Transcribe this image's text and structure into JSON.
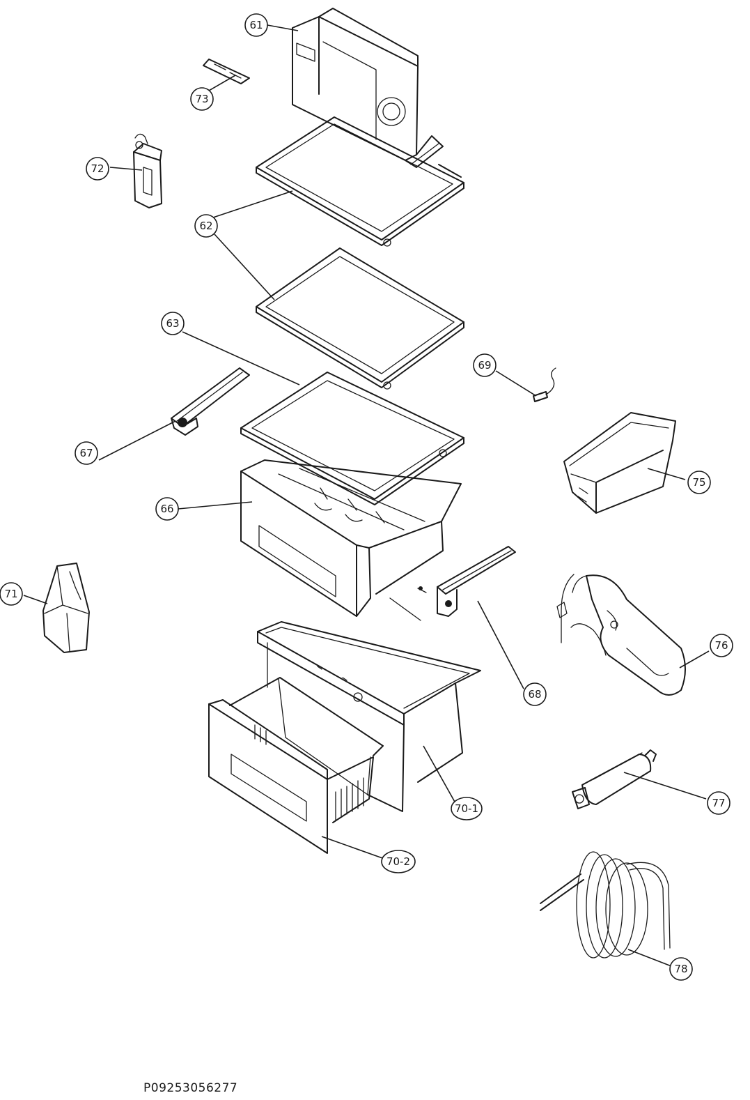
{
  "diagram": {
    "callouts": [
      {
        "id": "61",
        "label": "61"
      },
      {
        "id": "62",
        "label": "62"
      },
      {
        "id": "63",
        "label": "63"
      },
      {
        "id": "66",
        "label": "66"
      },
      {
        "id": "67",
        "label": "67"
      },
      {
        "id": "68",
        "label": "68"
      },
      {
        "id": "69",
        "label": "69"
      },
      {
        "id": "70-1",
        "label": "70-1"
      },
      {
        "id": "70-2",
        "label": "70-2"
      },
      {
        "id": "71",
        "label": "71"
      },
      {
        "id": "72",
        "label": "72"
      },
      {
        "id": "73",
        "label": "73"
      },
      {
        "id": "75",
        "label": "75"
      },
      {
        "id": "76",
        "label": "76"
      },
      {
        "id": "77",
        "label": "77"
      },
      {
        "id": "78",
        "label": "78"
      }
    ],
    "document_code": "P09253056277"
  },
  "colors": {
    "line": "#1a1a1a",
    "background": "#ffffff"
  }
}
